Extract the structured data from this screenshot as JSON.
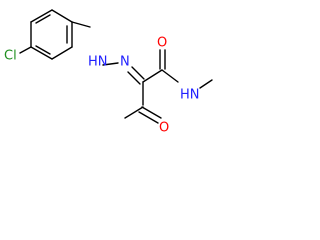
{
  "atoms": {
    "chlorine": "Cl",
    "hydrazone_nh": "HN",
    "hydrazone_n": "N",
    "amide_o": "O",
    "amide_nh": "HN",
    "ketone_o": "O"
  },
  "colors": {
    "bond": "#000000",
    "carbon_skeleton": "#000000",
    "nitrogen": "#2020ff",
    "oxygen": "#ff0000",
    "chlorine": "#1f8f1f"
  }
}
